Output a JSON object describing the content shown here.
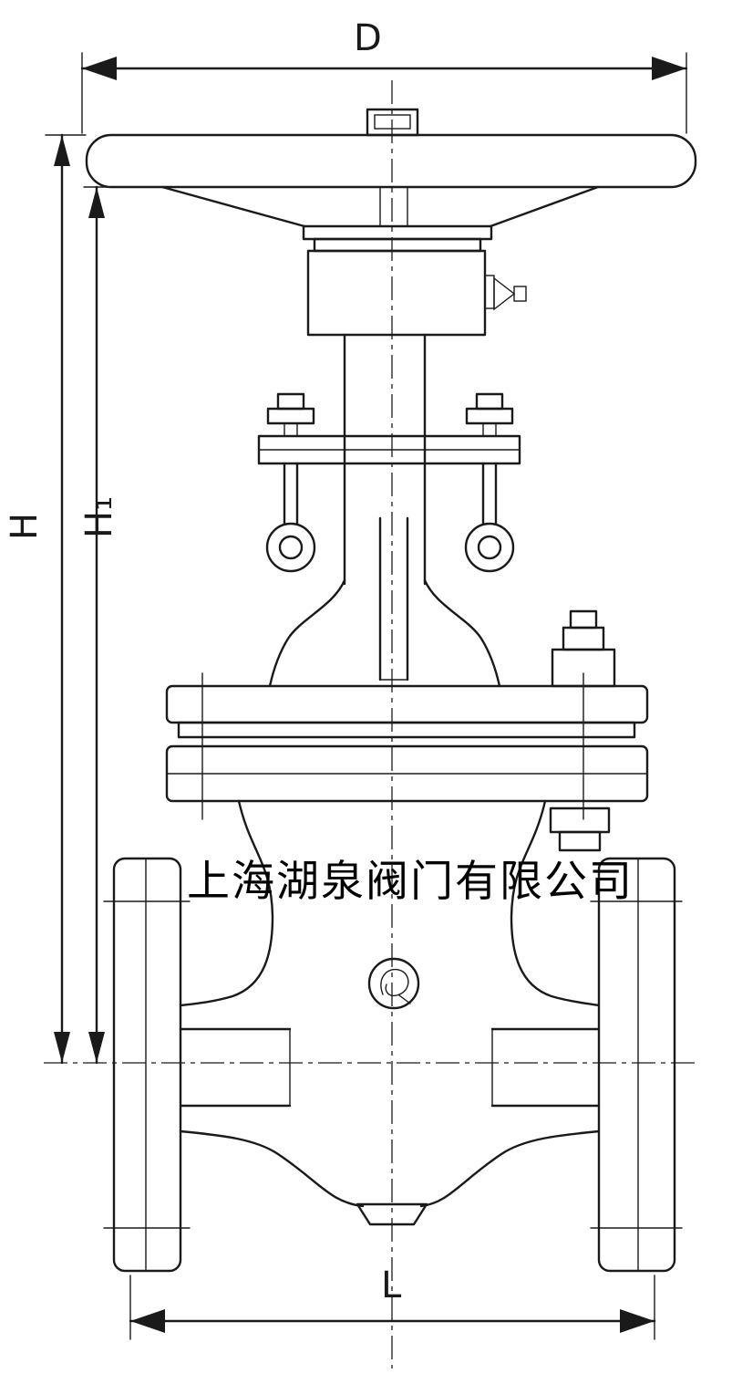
{
  "drawing": {
    "type": "gate-valve-dimensional-drawing",
    "labels": {
      "d": "D",
      "h": "H",
      "h1": "H₁",
      "l": "L"
    },
    "watermark": "上海湖泉阀门有限公司",
    "colors": {
      "line": "#1a1a1a",
      "background": "#ffffff"
    }
  }
}
